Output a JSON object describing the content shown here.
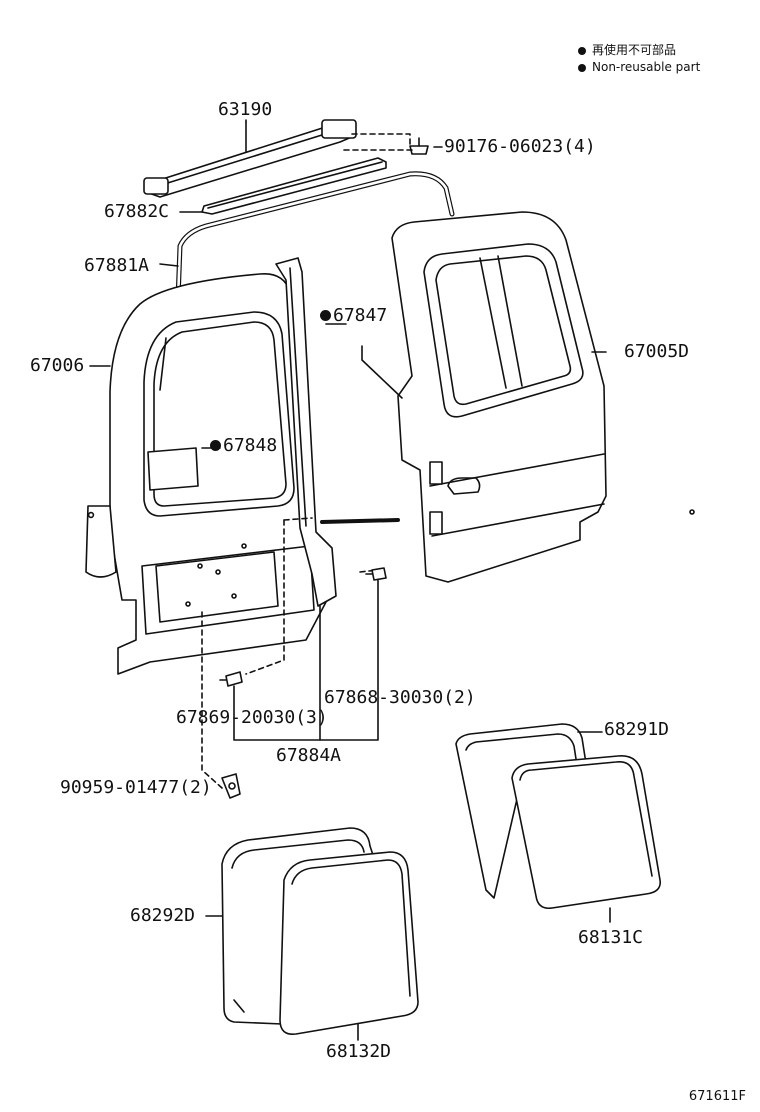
{
  "legend": {
    "line1": "再使用不可部品",
    "line2": "Non-reusable part"
  },
  "parts": {
    "p63190": "63190",
    "p90176": "90176-06023(4)",
    "p67882C": "67882C",
    "p67881A": "67881A",
    "p67847": "67847",
    "p67006": "67006",
    "p67005D": "67005D",
    "p67848": "67848",
    "p67868": "67868-30030(2)",
    "p67869": "67869-20030(3)",
    "p67884A": "67884A",
    "p90959": "90959-01477(2)",
    "p68291D": "68291D",
    "p68131C": "68131C",
    "p68292D": "68292D",
    "p68132D": "68132D"
  },
  "illustration_code": "671611F"
}
